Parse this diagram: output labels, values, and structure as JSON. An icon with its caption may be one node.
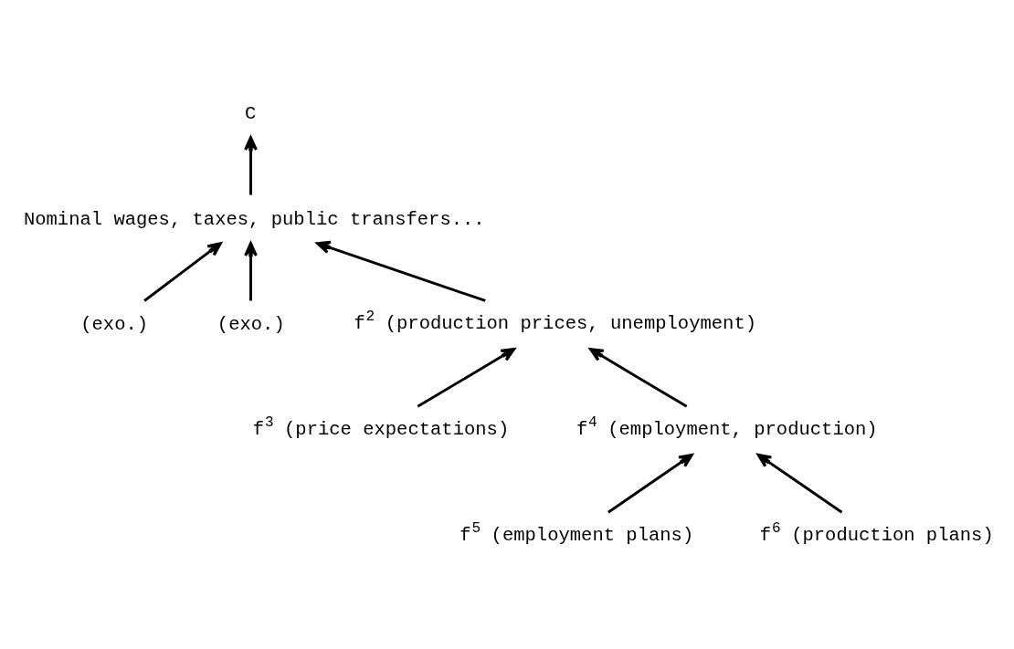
{
  "diagram": {
    "nodes": [
      {
        "text": [
          "C"
        ]
      },
      {
        "text": [
          "Nominal wages, taxes, public transfers..."
        ]
      },
      {
        "text": [
          "(exo.)"
        ]
      },
      {
        "text": [
          "(exo.)"
        ]
      },
      {
        "text": [
          "f$^{2}$ (production prices, unemployment)"
        ]
      },
      {
        "text": [
          "f$^{3}$ (price expectations)"
        ]
      },
      {
        "text": [
          "f$^{4}$ (employment, production)"
        ]
      },
      {
        "text": [
          "f$^{5}$ (employment plans)"
        ]
      },
      {
        "text": [
          "f$^{6}$ (production plans)"
        ]
      }
    ],
    "edges": [
      {
        "from": 1,
        "to": 0,
        "arrow": "to"
      },
      {
        "from": 2,
        "to": 1,
        "arrow": "to"
      },
      {
        "from": 3,
        "to": 1,
        "arrow": "to"
      },
      {
        "from": 4,
        "to": 1,
        "arrow": "to"
      },
      {
        "from": 5,
        "to": 4,
        "arrow": "to"
      },
      {
        "from": 6,
        "to": 4,
        "arrow": "to"
      },
      {
        "from": 7,
        "to": 6,
        "arrow": "to"
      },
      {
        "from": 8,
        "to": 6,
        "arrow": "to"
      }
    ]
  }
}
